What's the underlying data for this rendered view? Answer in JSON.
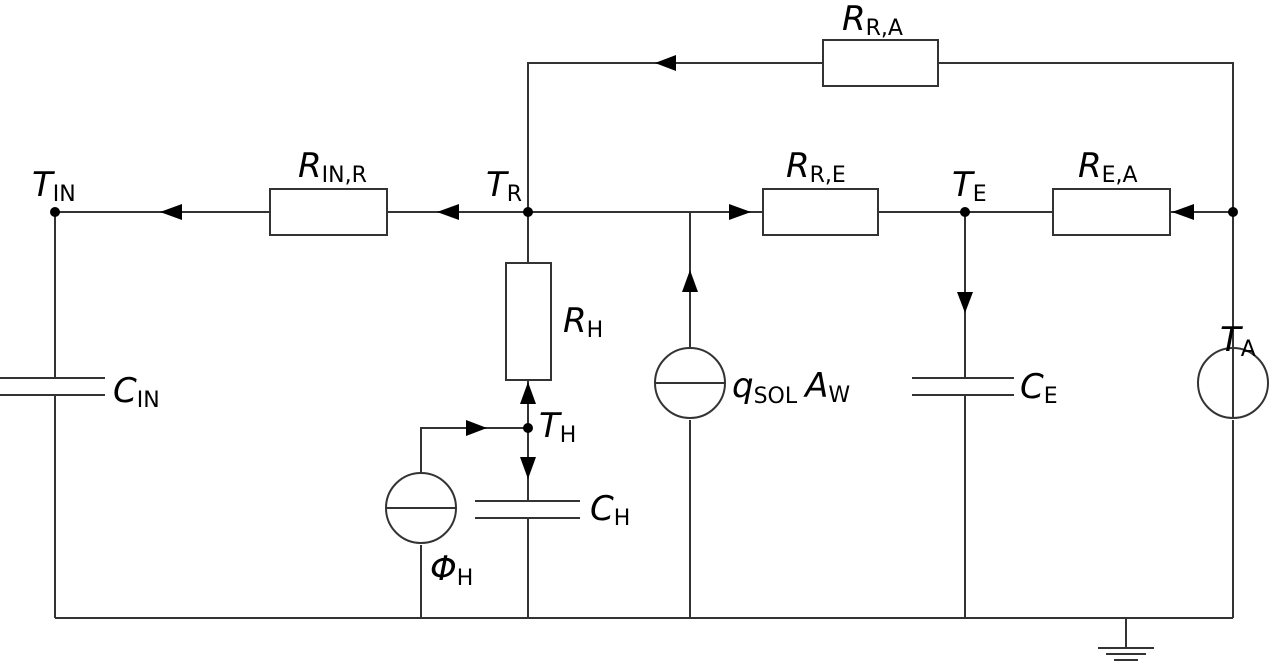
{
  "nodes": {
    "t_in": {
      "main": "T",
      "sub": "IN"
    },
    "t_r": {
      "main": "T",
      "sub": "R"
    },
    "t_e": {
      "main": "T",
      "sub": "E"
    },
    "t_a": {
      "main": "T",
      "sub": "A"
    },
    "t_h": {
      "main": "T",
      "sub": "H"
    }
  },
  "resistors": {
    "r_ra": {
      "main": "R",
      "sub": "R,A"
    },
    "r_inr": {
      "main": "R",
      "sub": "IN,R"
    },
    "r_re": {
      "main": "R",
      "sub": "R,E"
    },
    "r_ea": {
      "main": "R",
      "sub": "E,A"
    },
    "r_h": {
      "main": "R",
      "sub": "H"
    }
  },
  "capacitors": {
    "c_in": {
      "main": "C",
      "sub": "IN"
    },
    "c_e": {
      "main": "C",
      "sub": "E"
    },
    "c_h": {
      "main": "C",
      "sub": "H"
    }
  },
  "sources": {
    "q_sol": {
      "q": "q",
      "q_sub": "SOL",
      "a": "A",
      "a_sub": "W"
    },
    "phi_h": {
      "main": "Φ",
      "sub": "H"
    }
  }
}
